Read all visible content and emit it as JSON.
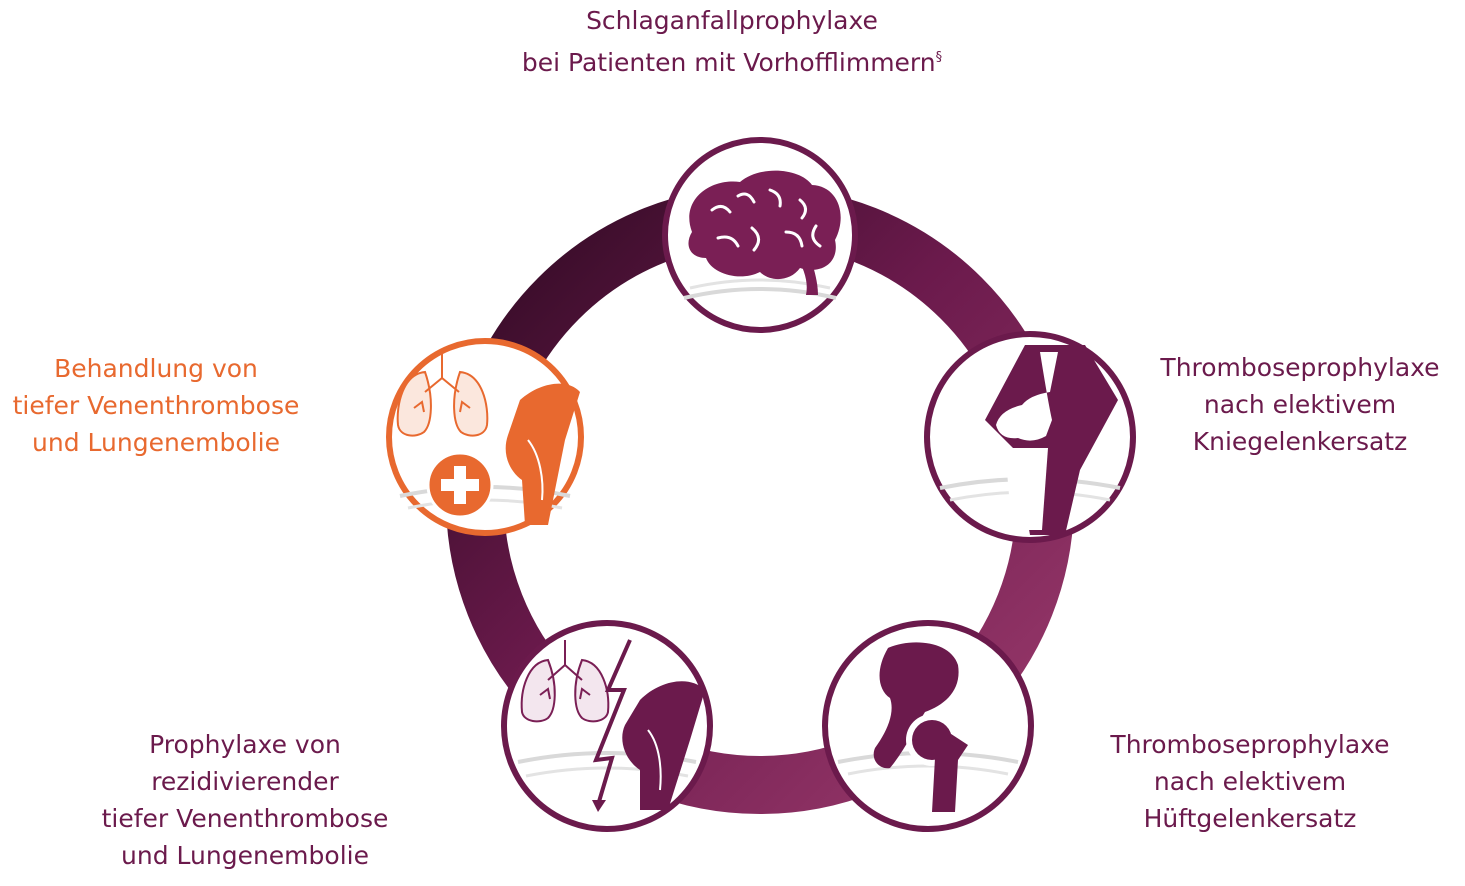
{
  "labels": {
    "stroke_prevention": {
      "line1": "Schlaganfallprophylaxe",
      "line2": "bei Patienten mit Vorhofflimmern",
      "footnote": "§"
    },
    "knee": {
      "line1": "Thromboseprophylaxe",
      "line2": "nach elektivem",
      "line3": "Kniegelenkersatz"
    },
    "hip": {
      "line1": "Thromboseprophylaxe",
      "line2": "nach elektivem",
      "line3": "Hüftgelenkersatz"
    },
    "treatment": {
      "line1": "Behandlung von",
      "line2": "tiefer Venenthrombose",
      "line3": "und Lungenembolie"
    },
    "recurrent": {
      "line1": "Prophylaxe von",
      "line2": "rezidivierender",
      "line3": "tiefer Venenthrombose",
      "line4": "und Lungenembolie"
    }
  },
  "icons": [
    "brain-icon",
    "knee-joint-icon",
    "hip-joint-icon",
    "lungs-leg-lightning-icon",
    "lungs-leg-cross-icon"
  ],
  "colors": {
    "primary_purple": "#6b1a4c",
    "dark_purple": "#3e0f2e",
    "light_purple": "#8c2a5e",
    "accent_orange": "#e8692f",
    "lung_pink": "#f3e6ee"
  }
}
